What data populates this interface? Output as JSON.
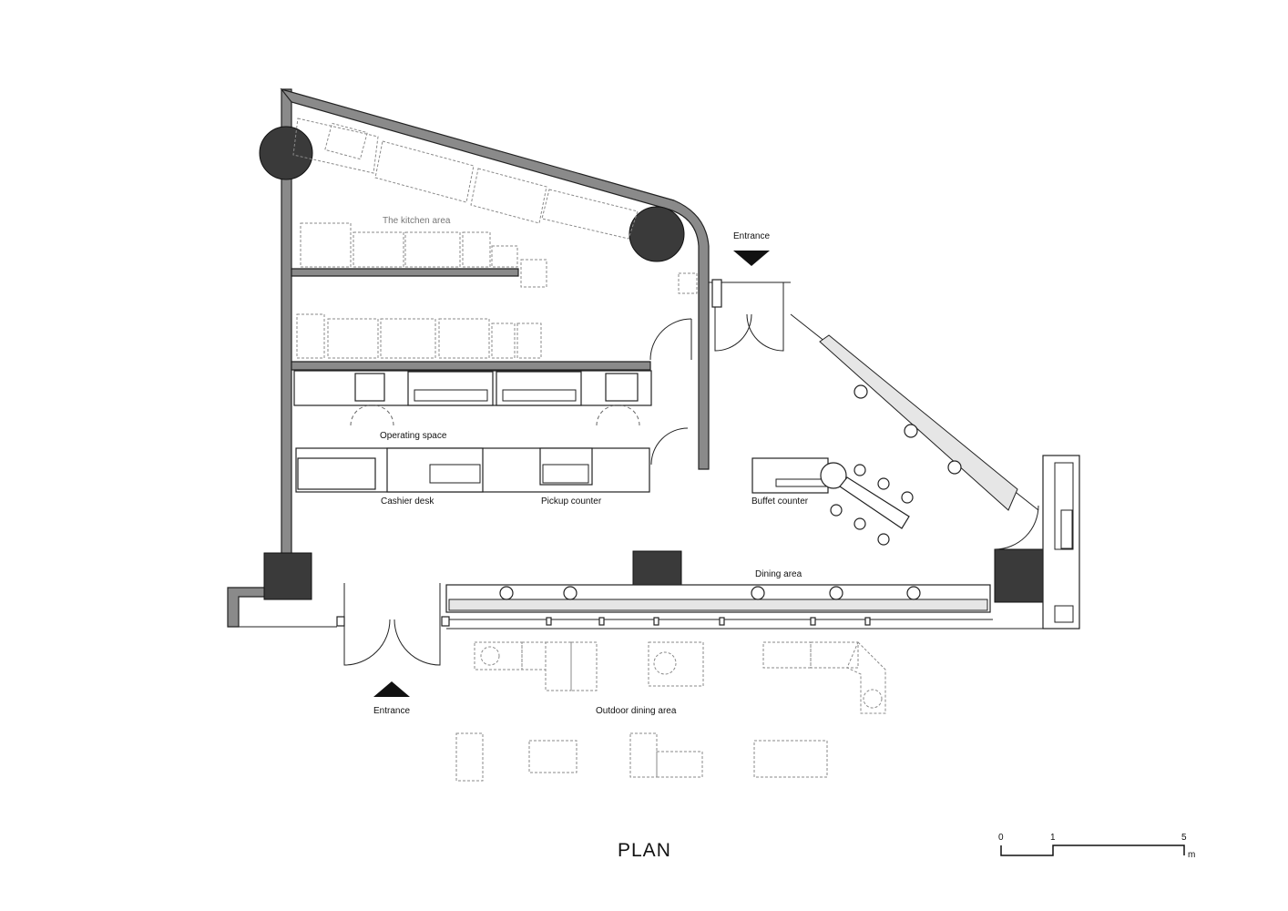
{
  "labels": {
    "kitchen": "The kitchen area",
    "entrance_top": "Entrance",
    "operating": "Operating space",
    "cashier": "Cashier desk",
    "pickup": "Pickup counter",
    "buffet": "Buffet counter",
    "dining": "Dining area",
    "entrance_bottom": "Entrance",
    "outdoor": "Outdoor dining area"
  },
  "title": "PLAN",
  "scale_bar": {
    "ticks": [
      "0",
      "1",
      "5"
    ],
    "unit": "m"
  },
  "colors": {
    "wall": "#8a8a8a",
    "column": "#3a3a3a",
    "line": "#222222",
    "furniture_outline": "#8a8a8a"
  }
}
